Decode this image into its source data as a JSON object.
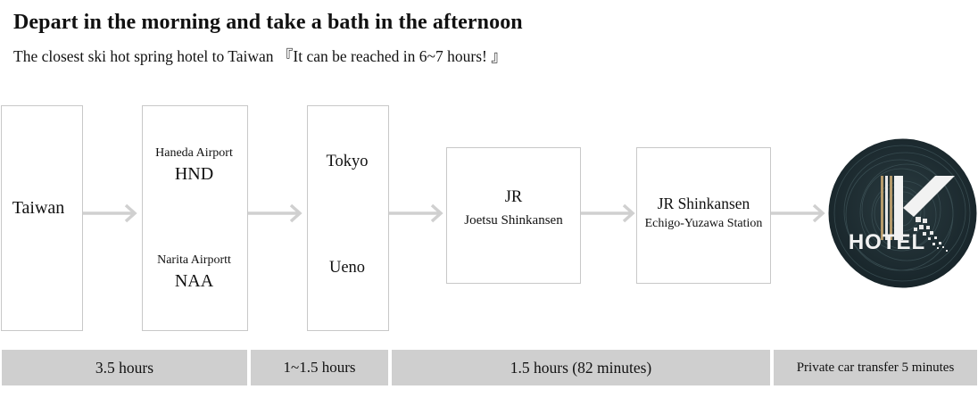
{
  "header": {
    "title": "Depart in the morning and take a bath in the afternoon",
    "subtitle": "The closest ski hot spring hotel to Taiwan 『It can be reached in 6~7 hours! 』"
  },
  "steps": {
    "origin": {
      "label": "Taiwan"
    },
    "airports": {
      "haneda_name": "Haneda Airport",
      "haneda_code": "HND",
      "narita_name": "Narita Airportt",
      "narita_code": "NAA"
    },
    "stations": {
      "tokyo": "Tokyo",
      "ueno": "Ueno"
    },
    "joetsu": {
      "line": "JR",
      "name": "Joetsu Shinkansen"
    },
    "yuzawa": {
      "line": "JR Shinkansen",
      "station": "Echigo-Yuzawa Station"
    },
    "hotel": {
      "logo_text": "HOTEL"
    }
  },
  "durations": {
    "flight": "3.5 hours",
    "transfer": "1~1.5 hours",
    "shinkansen": "1.5 hours (82 minutes)",
    "car": "Private car transfer 5 minutes"
  },
  "colors": {
    "box_border": "#c8c8c8",
    "arrow": "#d0d0d0",
    "bar_fill": "#cfcfcf",
    "logo_bg": "#1f2e33",
    "logo_accent": "#b59a6a"
  },
  "icons": [
    "arrow-right-icon",
    "k-hotel-logo"
  ]
}
